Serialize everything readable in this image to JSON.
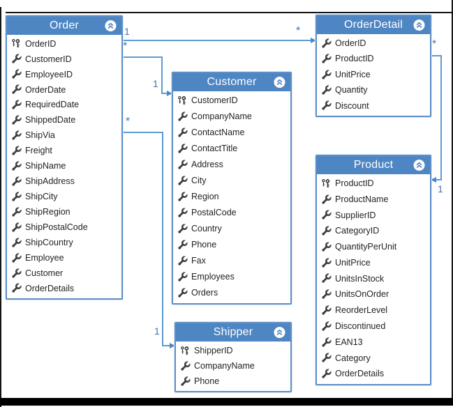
{
  "entities": [
    {
      "name": "Order",
      "fields": [
        {
          "icon": "key",
          "label": "OrderID"
        },
        {
          "icon": "wrench",
          "label": "CustomerID"
        },
        {
          "icon": "wrench",
          "label": "EmployeeID"
        },
        {
          "icon": "wrench",
          "label": "OrderDate"
        },
        {
          "icon": "wrench",
          "label": "RequiredDate"
        },
        {
          "icon": "wrench",
          "label": "ShippedDate"
        },
        {
          "icon": "wrench",
          "label": "ShipVia"
        },
        {
          "icon": "wrench",
          "label": "Freight"
        },
        {
          "icon": "wrench",
          "label": "ShipName"
        },
        {
          "icon": "wrench",
          "label": "ShipAddress"
        },
        {
          "icon": "wrench",
          "label": "ShipCity"
        },
        {
          "icon": "wrench",
          "label": "ShipRegion"
        },
        {
          "icon": "wrench",
          "label": "ShipPostalCode"
        },
        {
          "icon": "wrench",
          "label": "ShipCountry"
        },
        {
          "icon": "wrench",
          "label": "Employee"
        },
        {
          "icon": "wrench",
          "label": "Customer"
        },
        {
          "icon": "wrench",
          "label": "OrderDetails"
        }
      ]
    },
    {
      "name": "Customer",
      "fields": [
        {
          "icon": "key",
          "label": "CustomerID"
        },
        {
          "icon": "wrench",
          "label": "CompanyName"
        },
        {
          "icon": "wrench",
          "label": "ContactName"
        },
        {
          "icon": "wrench",
          "label": "ContactTitle"
        },
        {
          "icon": "wrench",
          "label": "Address"
        },
        {
          "icon": "wrench",
          "label": "City"
        },
        {
          "icon": "wrench",
          "label": "Region"
        },
        {
          "icon": "wrench",
          "label": "PostalCode"
        },
        {
          "icon": "wrench",
          "label": "Country"
        },
        {
          "icon": "wrench",
          "label": "Phone"
        },
        {
          "icon": "wrench",
          "label": "Fax"
        },
        {
          "icon": "wrench",
          "label": "Employees"
        },
        {
          "icon": "wrench",
          "label": "Orders"
        }
      ]
    },
    {
      "name": "Shipper",
      "fields": [
        {
          "icon": "key",
          "label": "ShipperID"
        },
        {
          "icon": "wrench",
          "label": "CompanyName"
        },
        {
          "icon": "wrench",
          "label": "Phone"
        }
      ]
    },
    {
      "name": "OrderDetail",
      "fields": [
        {
          "icon": "wrench",
          "label": "OrderID"
        },
        {
          "icon": "wrench",
          "label": "ProductID"
        },
        {
          "icon": "wrench",
          "label": "UnitPrice"
        },
        {
          "icon": "wrench",
          "label": "Quantity"
        },
        {
          "icon": "wrench",
          "label": "Discount"
        }
      ]
    },
    {
      "name": "Product",
      "fields": [
        {
          "icon": "key",
          "label": "ProductID"
        },
        {
          "icon": "wrench",
          "label": "ProductName"
        },
        {
          "icon": "wrench",
          "label": "SupplierID"
        },
        {
          "icon": "wrench",
          "label": "CategoryID"
        },
        {
          "icon": "wrench",
          "label": "QuantityPerUnit"
        },
        {
          "icon": "wrench",
          "label": "UnitPrice"
        },
        {
          "icon": "wrench",
          "label": "UnitsInStock"
        },
        {
          "icon": "wrench",
          "label": "UnitsOnOrder"
        },
        {
          "icon": "wrench",
          "label": "ReorderLevel"
        },
        {
          "icon": "wrench",
          "label": "Discontinued"
        },
        {
          "icon": "wrench",
          "label": "EAN13"
        },
        {
          "icon": "wrench",
          "label": "Category"
        },
        {
          "icon": "wrench",
          "label": "OrderDetails"
        }
      ]
    }
  ],
  "connectors": [
    {
      "from": "Order",
      "to": "OrderDetail",
      "from_label": "1",
      "to_label": "*"
    },
    {
      "from": "Order",
      "to": "Customer",
      "from_label": "*",
      "to_label": "1"
    },
    {
      "from": "Order",
      "to": "Shipper",
      "from_label": "*",
      "to_label": "1"
    },
    {
      "from": "OrderDetail",
      "to": "Product",
      "from_label": "*",
      "to_label": "1"
    }
  ],
  "colors": {
    "header_blue": "#4e86c4",
    "table_border": "#5e8fc7",
    "connector_blue": "#5b9bd5",
    "multiplicity_label": "#3d76b8",
    "field_text": "#222222",
    "icon_gray": "#3d3d3d"
  }
}
